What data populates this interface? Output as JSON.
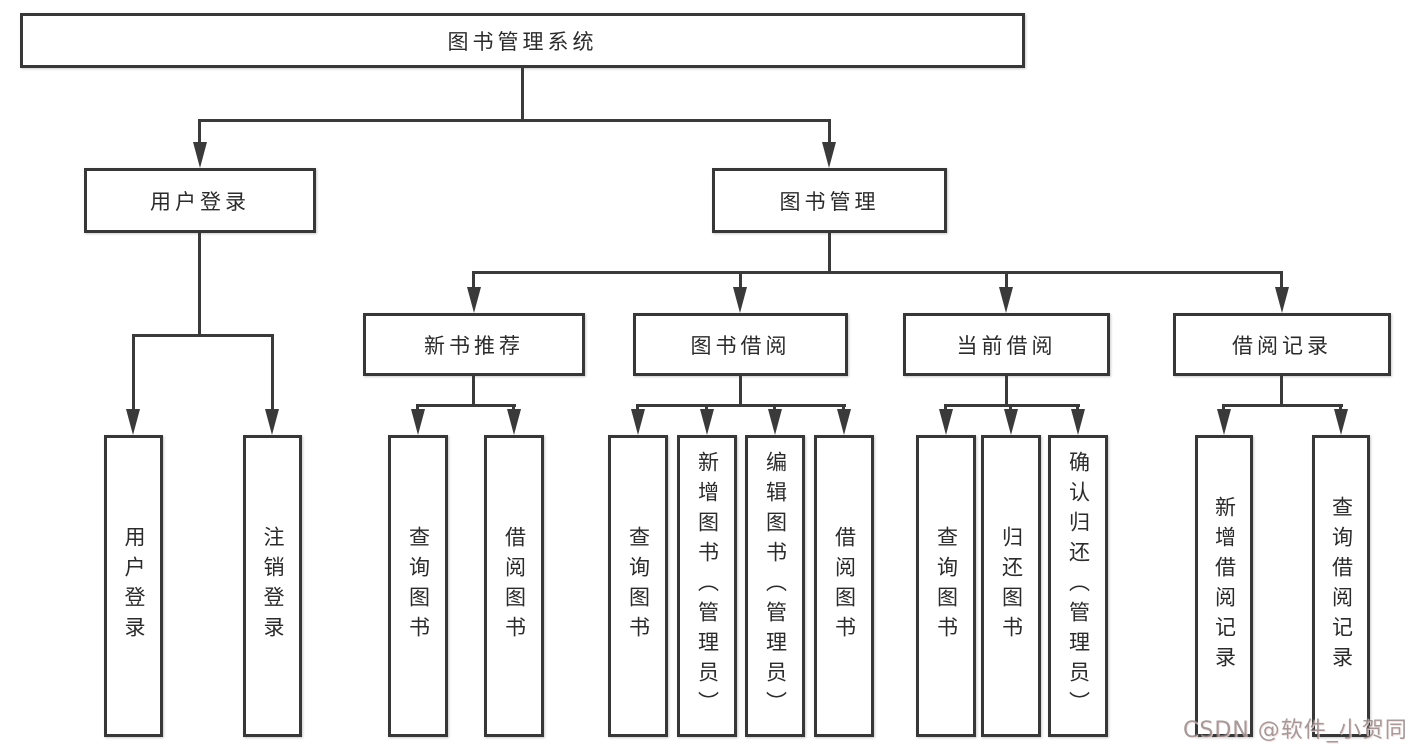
{
  "tree": {
    "root": "图书管理系统",
    "user": {
      "label": "用户登录",
      "children": [
        "用户登录",
        "注销登录"
      ]
    },
    "mgmt": {
      "label": "图书管理",
      "groups": [
        {
          "label": "新书推荐",
          "children": [
            "查询图书",
            "借阅图书"
          ]
        },
        {
          "label": "图书借阅",
          "children": [
            "查询图书",
            "新增图书（管理员）",
            "编辑图书（管理员）",
            "借阅图书"
          ]
        },
        {
          "label": "当前借阅",
          "children": [
            "查询图书",
            "归还图书",
            "确认归还（管理员）"
          ]
        },
        {
          "label": "借阅记录",
          "children": [
            "新增借阅记录",
            "查询借阅记录"
          ]
        }
      ]
    }
  },
  "watermark": "CSDN @软件_小贺同学",
  "colors": {
    "line": "#3a3a3a",
    "border": "#373737",
    "text": "#2b2b2b",
    "watermark_gray": "#8a8282"
  }
}
